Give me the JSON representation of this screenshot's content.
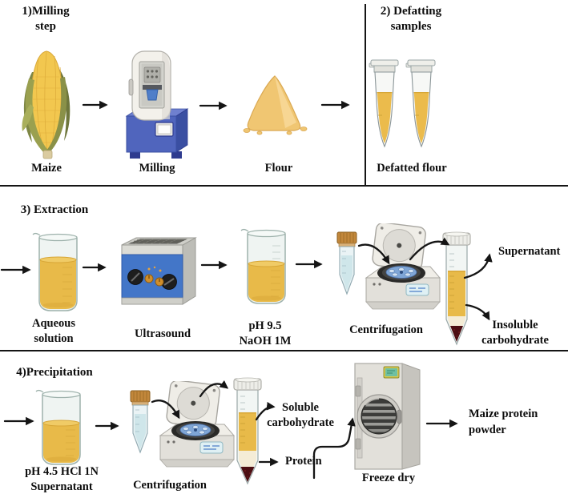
{
  "step1": {
    "title": [
      "1)Milling",
      "step"
    ],
    "maize_label": "Maize",
    "milling_label": "Milling",
    "flour_label": "Flour"
  },
  "step2": {
    "title": [
      "2) Defatting",
      "samples"
    ],
    "defatted_label": "Defatted flour"
  },
  "step3": {
    "title": "3) Extraction",
    "aqueous_label": [
      "Aqueous",
      "solution"
    ],
    "ultrasound_label": "Ultrasound",
    "naoh_label": [
      "pH 9.5",
      "NaOH 1M"
    ],
    "centrifugation_label": "Centrifugation",
    "supernatant_label": "Supernatant",
    "insoluble_label": [
      "Insoluble",
      "carbohydrate"
    ]
  },
  "step4": {
    "title": "4)Precipitation",
    "hcl_label": [
      "pH 4.5 HCl 1N",
      "Supernatant"
    ],
    "centrifugation_label": "Centrifugation",
    "soluble_label": [
      "Soluble",
      "carbohydrate"
    ],
    "protein_label": "Protein",
    "freeze_dry_label": "Freeze dry",
    "output_label": [
      "Maize protein",
      "powder"
    ]
  },
  "colors": {
    "liquid_yellow": "#E8BA49",
    "meniscus_yellow": "#D7A637",
    "flour_tan": "#F0C672",
    "pellet_maroon": "#4C0E13",
    "machine_blue": "#5065BD",
    "ultrasound_blue": "#4376C8",
    "equipment_gray": "#E5E3DD",
    "screen_green": "#6FC0A2",
    "line_black": "#151515"
  }
}
